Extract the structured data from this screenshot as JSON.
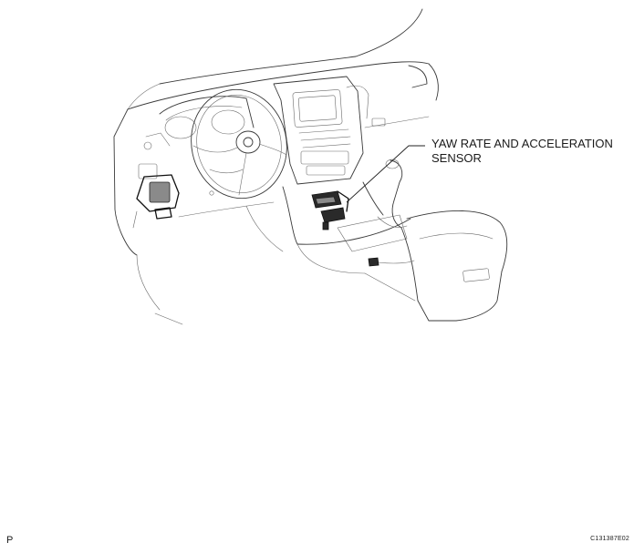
{
  "callout": {
    "line1": "YAW RATE AND ACCELERATION",
    "line2": "SENSOR"
  },
  "footer": {
    "left_mark": "P",
    "figure_code": "C131387E02"
  }
}
